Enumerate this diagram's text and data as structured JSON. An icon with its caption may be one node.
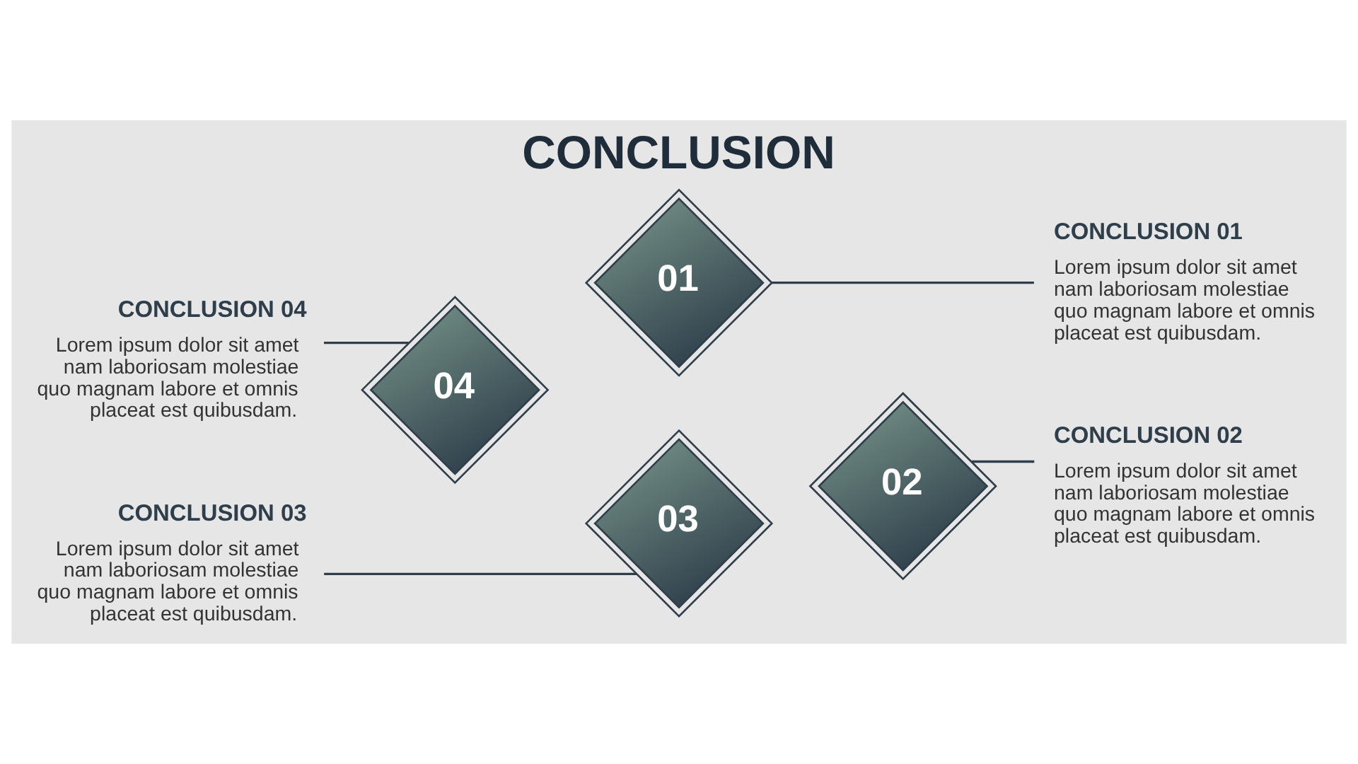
{
  "diagram": {
    "title": "CONCLUSION",
    "nodes": [
      {
        "text": [
          "CONCLUSION 04",
          "Lorem ipsum dolor sit amet nam laboriosam molestiae quo magnam labore et omnis placeat est quibusdam."
        ]
      },
      {
        "text": [
          "CONCLUSION 01",
          "Lorem ipsum dolor sit amet nam laboriosam molestiae quo magnam labore et omnis placeat est quibusdam."
        ]
      },
      {
        "text": [
          "01"
        ]
      },
      {
        "text": [
          "04"
        ]
      },
      {
        "text": [
          "02"
        ]
      },
      {
        "text": [
          "03"
        ]
      },
      {
        "text": [
          "CONCLUSION 03",
          "Lorem ipsum dolor sit amet nam laboriosam molestiae quo magnam labore et omnis placeat est quibusdam."
        ]
      },
      {
        "text": [
          "CONCLUSION 02",
          "Lorem ipsum dolor sit amet nam laboriosam molestiae quo magnam labore et omnis placeat est quibusdam."
        ]
      }
    ],
    "edges": [
      {
        "from": 2,
        "to": 1,
        "arrow": "none"
      },
      {
        "from": 4,
        "to": 7,
        "arrow": "none"
      },
      {
        "from": 5,
        "to": 6,
        "arrow": "none"
      },
      {
        "from": 3,
        "to": 0,
        "arrow": "none"
      }
    ]
  }
}
